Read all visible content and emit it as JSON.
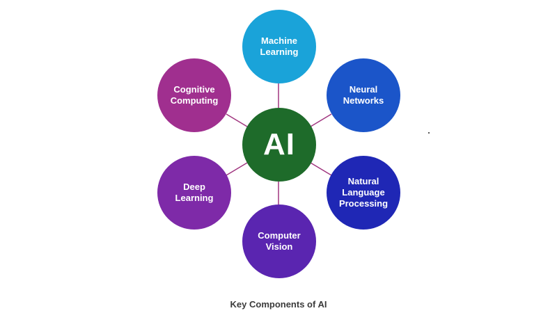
{
  "center": {
    "label": "AI",
    "color": "#1e6b2a"
  },
  "nodes": [
    {
      "id": "machine-learning",
      "label": "Machine\nLearning",
      "color": "#1aa3d9"
    },
    {
      "id": "neural-networks",
      "label": "Neural\nNetworks",
      "color": "#1b55c9"
    },
    {
      "id": "nlp",
      "label": "Natural\nLanguage\nProcessing",
      "color": "#1f27b5"
    },
    {
      "id": "computer-vision",
      "label": "Computer\nVision",
      "color": "#5a25b0"
    },
    {
      "id": "deep-learning",
      "label": "Deep\nLearning",
      "color": "#7e2aa8"
    },
    {
      "id": "cognitive-computing",
      "label": "Cognitive\nComputing",
      "color": "#a02f8f"
    }
  ],
  "caption": "Key Components of AI"
}
